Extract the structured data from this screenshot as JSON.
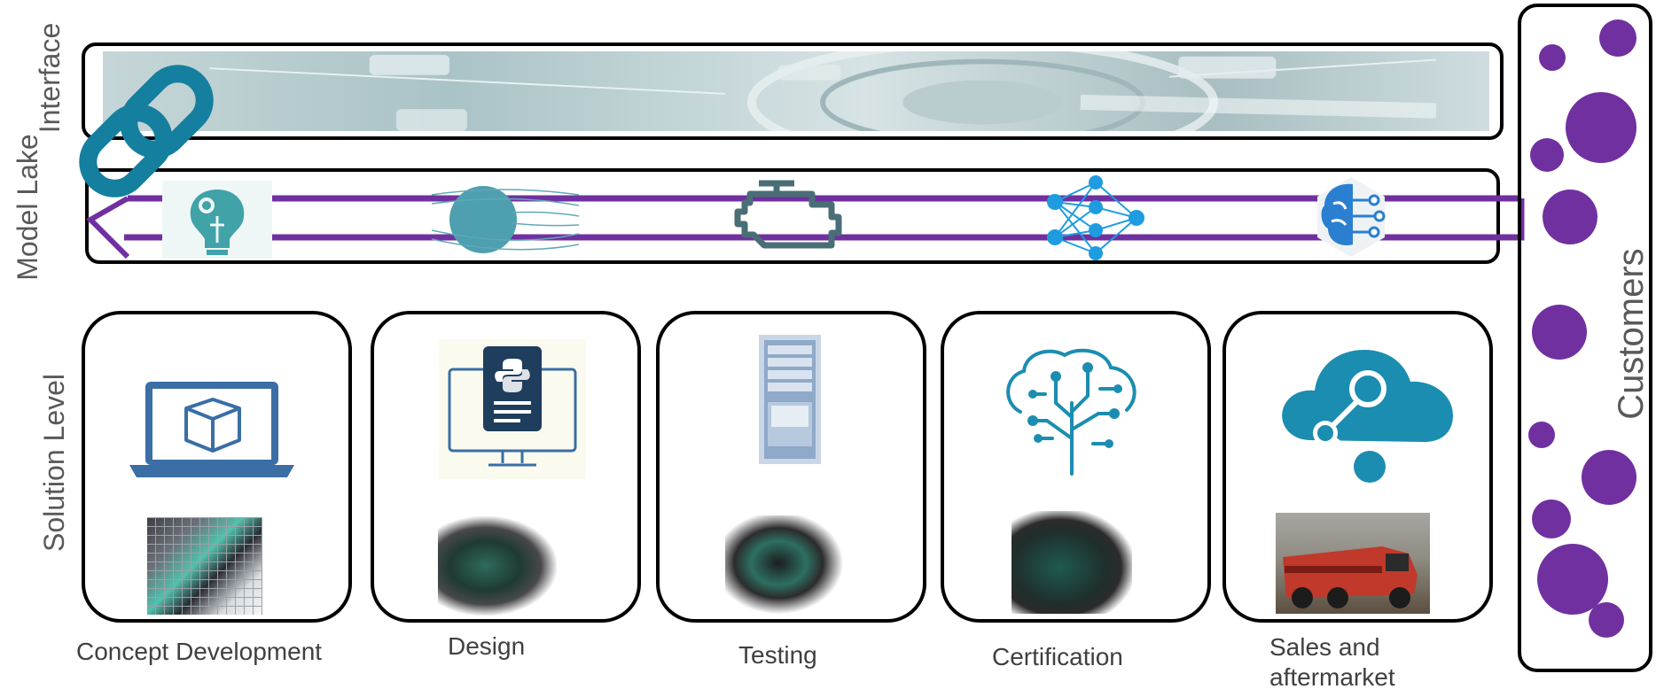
{
  "labels": {
    "interface": "Interface",
    "model_lake": "Model Lake",
    "solution_level": "Solution Level",
    "customers": "Customers"
  },
  "stages": [
    {
      "label": "Concept Development",
      "icon": "laptop-3d-cube-icon",
      "image": "voxel-mesh-image"
    },
    {
      "label": "Design",
      "icon": "python-monitor-icon",
      "image": "point-cloud-design-image"
    },
    {
      "label": "Testing",
      "icon": "server-rack-icon",
      "image": "point-cloud-engine-image"
    },
    {
      "label": "Certification",
      "icon": "circuit-brain-icon",
      "image": "engine-photo-image"
    },
    {
      "label": "Sales and\naftermarket",
      "icon": "cloud-share-icon",
      "image": "fire-truck-photo-image"
    }
  ],
  "model_lake_icons": [
    "gear-brain-bulb-icon",
    "flow-simulation-sphere-icon",
    "engine-icon",
    "neural-network-icon",
    "ai-brain-icon"
  ],
  "colors": {
    "purple": "#7030a0",
    "teal": "#1b8db0",
    "blue_icon": "#3a6ea5",
    "engine_gray": "#4a6e76",
    "frame": "#000000"
  }
}
